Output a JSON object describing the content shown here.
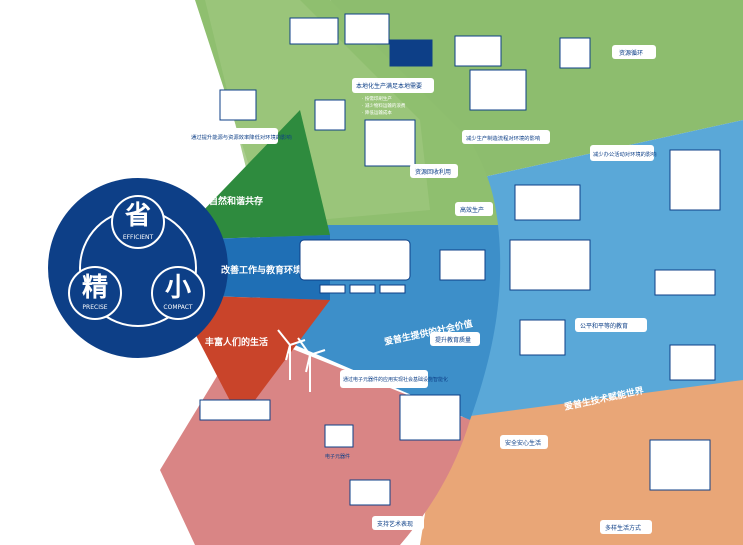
{
  "core": {
    "sheng": "省",
    "sheng_en": "EFFICIENT",
    "jing": "精",
    "jing_en": "PRECISE",
    "xiao": "小",
    "xiao_en": "COMPACT"
  },
  "wedges": {
    "nature": "与自然和谐共存",
    "work": "改善工作与教育环境",
    "life": "丰富人们的生活"
  },
  "arcs": {
    "society": "爱普生提供的社会价值",
    "future": "爱普生技术赋能世界"
  },
  "labels": {
    "office_energy": "通过提升能源与资源效率降低对环境的影响",
    "local_production": "本地化生产满足本地需要",
    "local_sub1": "· 按需印刷生产",
    "local_sub2": "· 减少物料运输的浪费",
    "local_sub3": "· 降低运输成本",
    "resource_recycle": "资源回收利用",
    "reduce_manufacturing": "减少生产制造流程对环境的影响",
    "resource_cycle": "资源循环",
    "reduce_office": "减少办公活动对环境的影响",
    "efficient_production": "高效生产",
    "improve_education": "提升教育质量",
    "equal_education": "公平和平等的教育",
    "electronic_society": "通过电子元器件的应用实现社会基础设施智能化",
    "chip": "电子元器件",
    "safe_life": "安全安心生活",
    "art_support": "支持艺术表现",
    "diverse_life": "多样生活方式"
  },
  "colors": {
    "navy": "#0d3f87",
    "green": "#2e8b3e",
    "blue": "#1f6fb5",
    "red": "#c9442a",
    "light_green": "#8fbf6f",
    "light_blue": "#5aa9d8",
    "light_red": "#d77d7d",
    "peach": "#e9a677"
  }
}
